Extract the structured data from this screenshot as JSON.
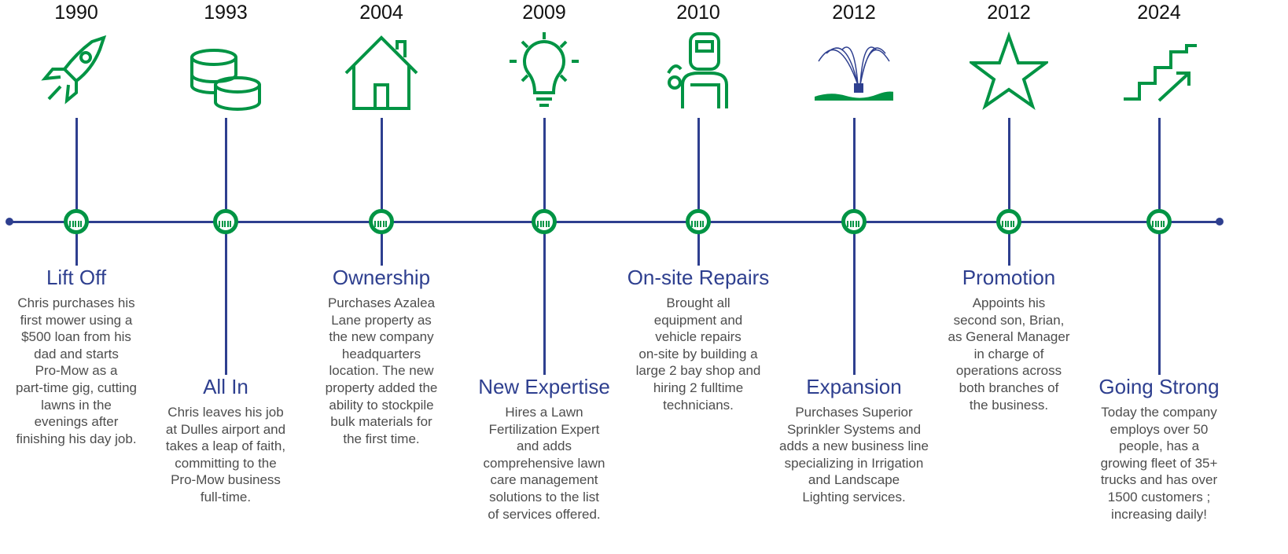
{
  "colors": {
    "line": "#2e3f8f",
    "accent": "#009444",
    "text": "#4d4d4d"
  },
  "events": [
    {
      "year": "1990",
      "icon": "rocket-icon",
      "title": "Lift Off",
      "description": "Chris purchases his\nfirst mower using a\n$500 loan from his\ndad and starts\nPro-Mow as a\npart-time gig, cutting\nlawns in the\nevenings after\nfinishing his day job."
    },
    {
      "year": "1993",
      "icon": "coins-icon",
      "title": "All In",
      "description": "Chris leaves his job\nat Dulles airport and\ntakes a leap of faith,\ncommitting to the\nPro-Mow business\nfull-time."
    },
    {
      "year": "2004",
      "icon": "house-icon",
      "title": "Ownership",
      "description": "Purchases Azalea\nLane property as\nthe new company\nheadquarters\nlocation. The new\nproperty added the\nability to stockpile\nbulk materials for\nthe first time."
    },
    {
      "year": "2009",
      "icon": "lightbulb-icon",
      "title": "New Expertise",
      "description": "Hires a Lawn\nFertilization Expert\nand adds\ncomprehensive lawn\ncare management\nsolutions to the list\nof services offered."
    },
    {
      "year": "2010",
      "icon": "welder-icon",
      "title": "On-site Repairs",
      "description": "Brought all\nequipment and\nvehicle repairs\non-site by building a\nlarge 2 bay shop and\nhiring 2 fulltime\ntechnicians."
    },
    {
      "year": "2012",
      "icon": "sprinkler-icon",
      "title": "Expansion",
      "description": "Purchases Superior\nSprinkler Systems and\nadds a new business line\nspecializing in Irrigation\nand Landscape\nLighting services."
    },
    {
      "year": "2012",
      "icon": "star-icon",
      "title": "Promotion",
      "description": "Appoints his\nsecond son, Brian,\nas General Manager\nin charge of\noperations across\nboth branches of\nthe business."
    },
    {
      "year": "2024",
      "icon": "stairs-growth-icon",
      "title": "Going Strong",
      "description": "Today the company\nemploys  over 50\npeople, has a\ngrowing fleet of  35+\ntrucks  and has  over\n1500 customers  ;\nincreasing daily!"
    }
  ]
}
